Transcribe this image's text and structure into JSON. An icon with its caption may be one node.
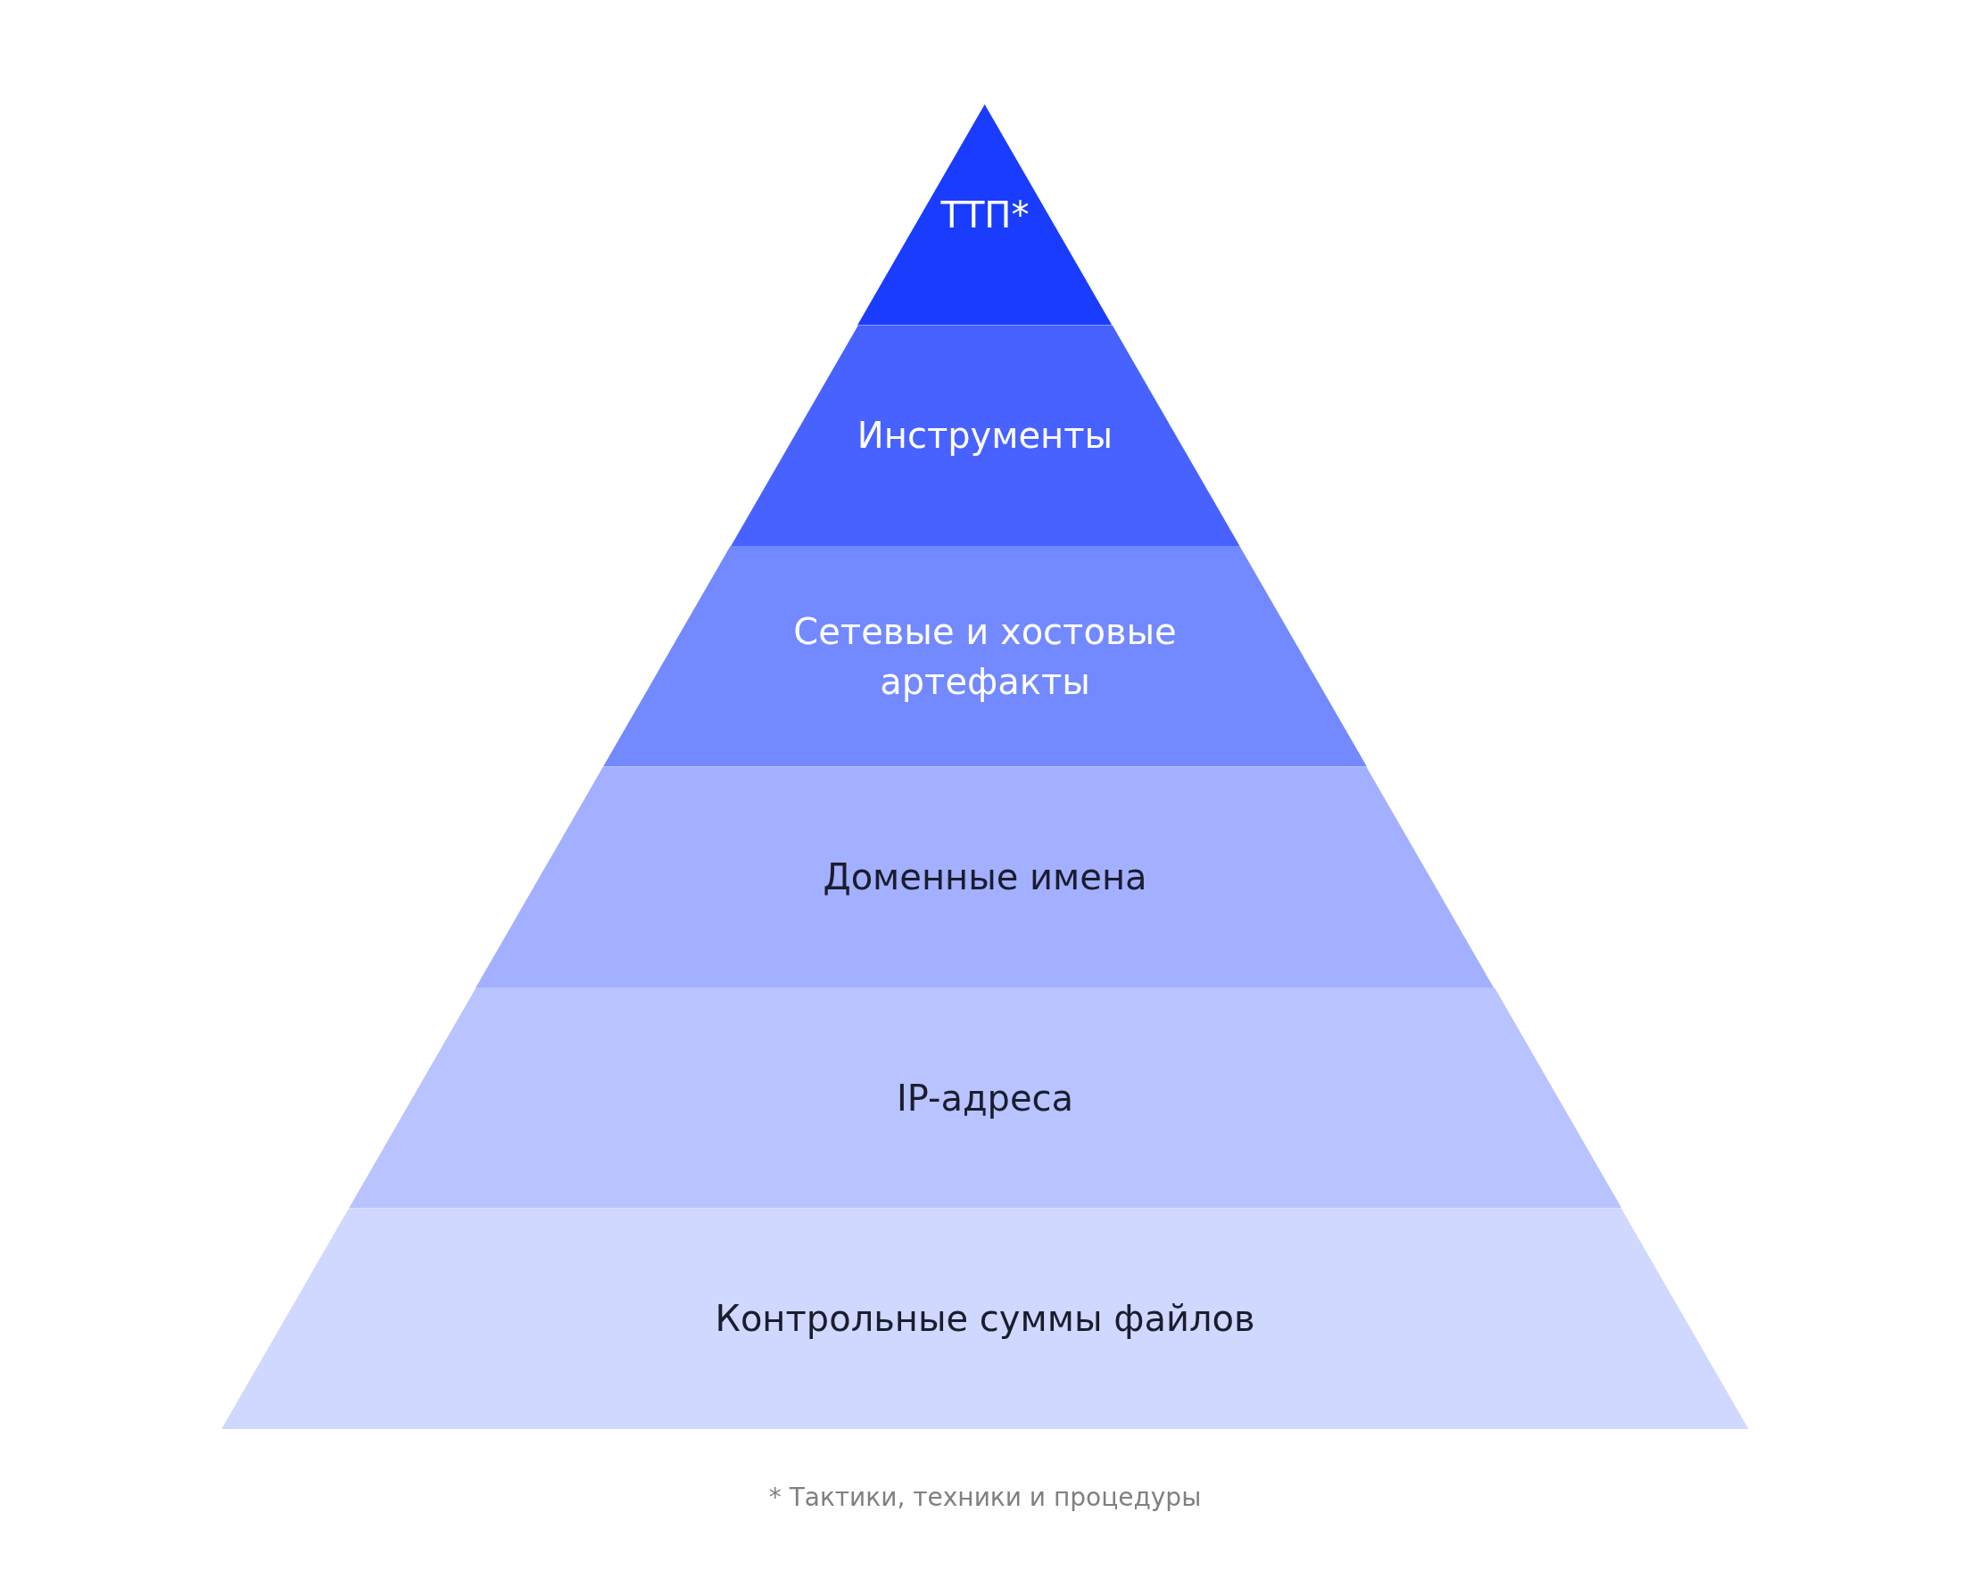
{
  "diagram": {
    "caption": "* Тактики, техники и процедуры",
    "nodes": [
      {
        "text": [
          "ТТП*"
        ]
      },
      {
        "text": [
          "Инструменты"
        ]
      },
      {
        "text": [
          "Сетевые и хостовые артефакты"
        ]
      },
      {
        "text": [
          "Доменные имена"
        ]
      },
      {
        "text": [
          "IP-адреса"
        ]
      },
      {
        "text": [
          "Контрольные суммы файлов"
        ]
      }
    ]
  }
}
